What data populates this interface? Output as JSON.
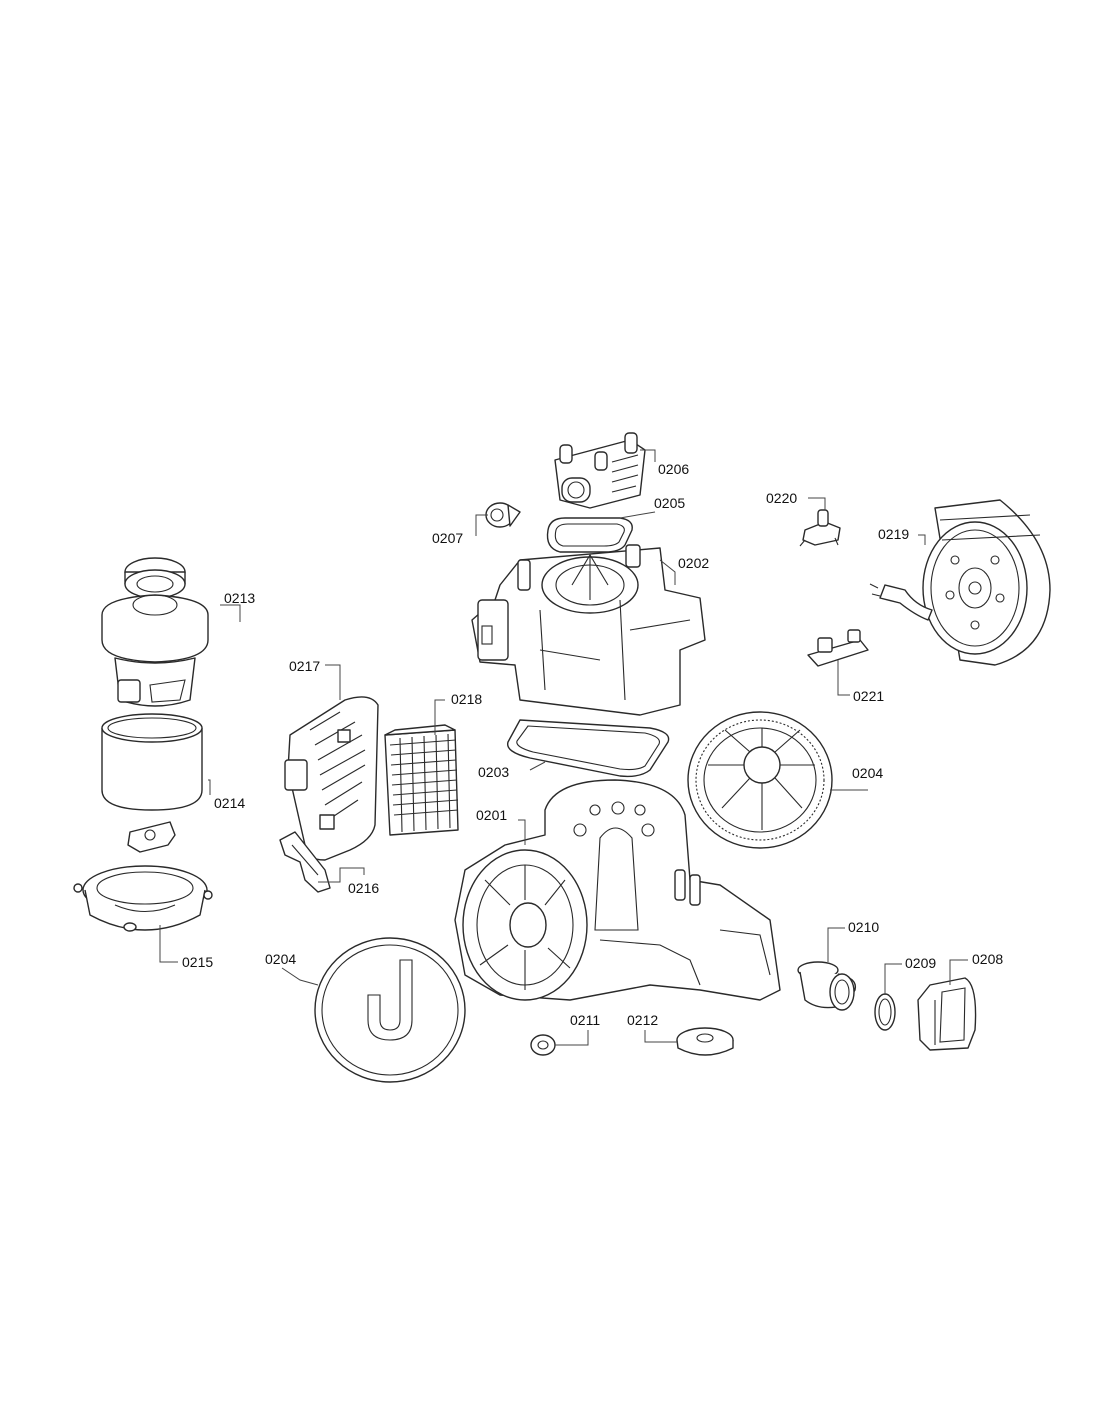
{
  "callouts": {
    "c0201": "0201",
    "c0202": "0202",
    "c0203": "0203",
    "c0204a": "0204",
    "c0204b": "0204",
    "c0205": "0205",
    "c0206": "0206",
    "c0207": "0207",
    "c0208": "0208",
    "c0209": "0209",
    "c0210": "0210",
    "c0211": "0211",
    "c0212": "0212",
    "c0213": "0213",
    "c0214": "0214",
    "c0215": "0215",
    "c0216": "0216",
    "c0217": "0217",
    "c0218": "0218",
    "c0219": "0219",
    "c0220": "0220",
    "c0221": "0221"
  }
}
